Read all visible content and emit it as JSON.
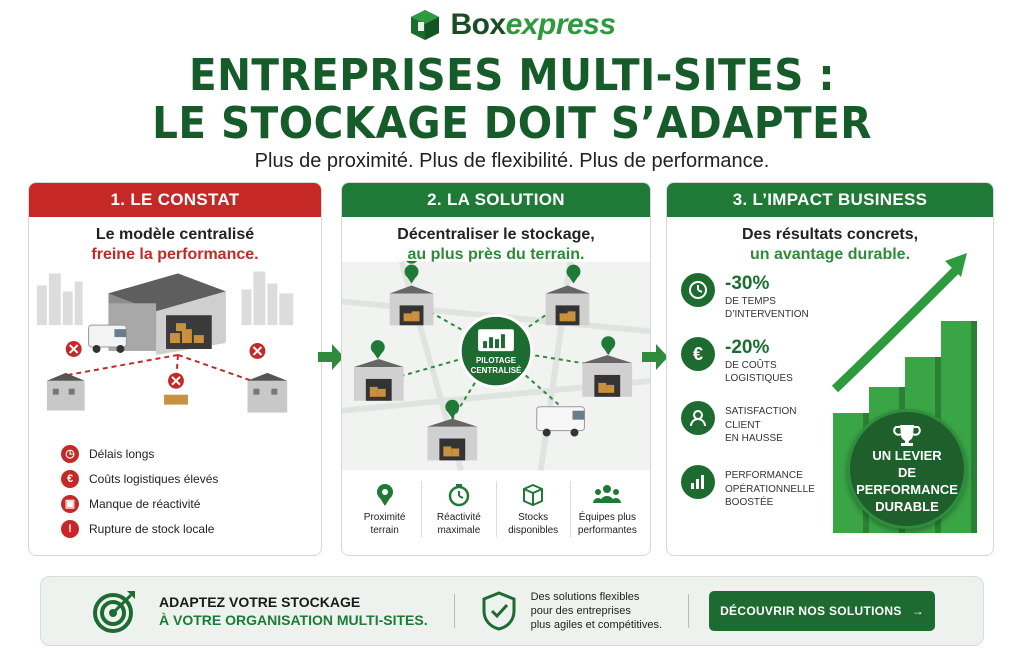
{
  "brand": {
    "part1": "Box",
    "part2": "express"
  },
  "title": {
    "line1": "ENTREPRISES MULTI-SITES :",
    "line2": "LE STOCKAGE DOIT S’ADAPTER"
  },
  "subtitle": "Plus de proximité. Plus de flexibilité. Plus de performance.",
  "colors": {
    "red": "#c62828",
    "green": "#1e7a36",
    "dark_green": "#165c2a"
  },
  "panels": {
    "constat": {
      "header": "1. LE CONSTAT",
      "lead1": "Le modèle centralisé",
      "lead2": "freine la performance.",
      "issues": [
        {
          "icon": "clock-icon",
          "label": "Délais longs"
        },
        {
          "icon": "euro-icon",
          "label": "Coûts logistiques élevés"
        },
        {
          "icon": "box-icon",
          "label": "Manque de réactivité"
        },
        {
          "icon": "alert-icon",
          "label": "Rupture de stock locale"
        }
      ]
    },
    "solution": {
      "header": "2. LA SOLUTION",
      "lead1": "Décentraliser le stockage,",
      "lead2": "au plus près du terrain.",
      "hub_label1": "PILOTAGE",
      "hub_label2": "CENTRALISÉ",
      "features": [
        {
          "icon": "location-pin-icon",
          "line1": "Proximité",
          "line2": "terrain"
        },
        {
          "icon": "stopwatch-icon",
          "line1": "Réactivité",
          "line2": "maximale"
        },
        {
          "icon": "box-icon",
          "line1": "Stocks",
          "line2": "disponibles"
        },
        {
          "icon": "team-icon",
          "line1": "Équipes plus",
          "line2": "performantes"
        }
      ]
    },
    "impact": {
      "header": "3. L’IMPACT BUSINESS",
      "lead1": "Des résultats concrets,",
      "lead2": "un avantage durable.",
      "stats": [
        {
          "icon": "clock-icon",
          "value": "-30%",
          "line1": "DE TEMPS",
          "line2": "D’INTERVENTION"
        },
        {
          "icon": "euro-icon",
          "value": "-20%",
          "line1": "DE COÛTS",
          "line2": "LOGISTIQUES"
        },
        {
          "icon": "user-icon",
          "value": "",
          "line1": "SATISFACTION",
          "line2": "CLIENT",
          "line3": "EN HAUSSE"
        },
        {
          "icon": "bar-chart-icon",
          "value": "",
          "line1": "PERFORMANCE",
          "line2": "OPÉRATIONNELLE",
          "line3": "BOOSTÉE"
        }
      ],
      "badge": {
        "line1": "UN LEVIER",
        "line2": "DE PERFORMANCE",
        "line3": "DURABLE"
      }
    }
  },
  "footer": {
    "cta_line1": "ADAPTEZ VOTRE STOCKAGE",
    "cta_line2": "À VOTRE ORGANISATION MULTI-SITES.",
    "desc1": "Des solutions flexibles",
    "desc2": "pour des entreprises",
    "desc3": "plus agiles et compétitives.",
    "button": "DÉCOUVRIR NOS SOLUTIONS",
    "button_arrow": "→"
  }
}
